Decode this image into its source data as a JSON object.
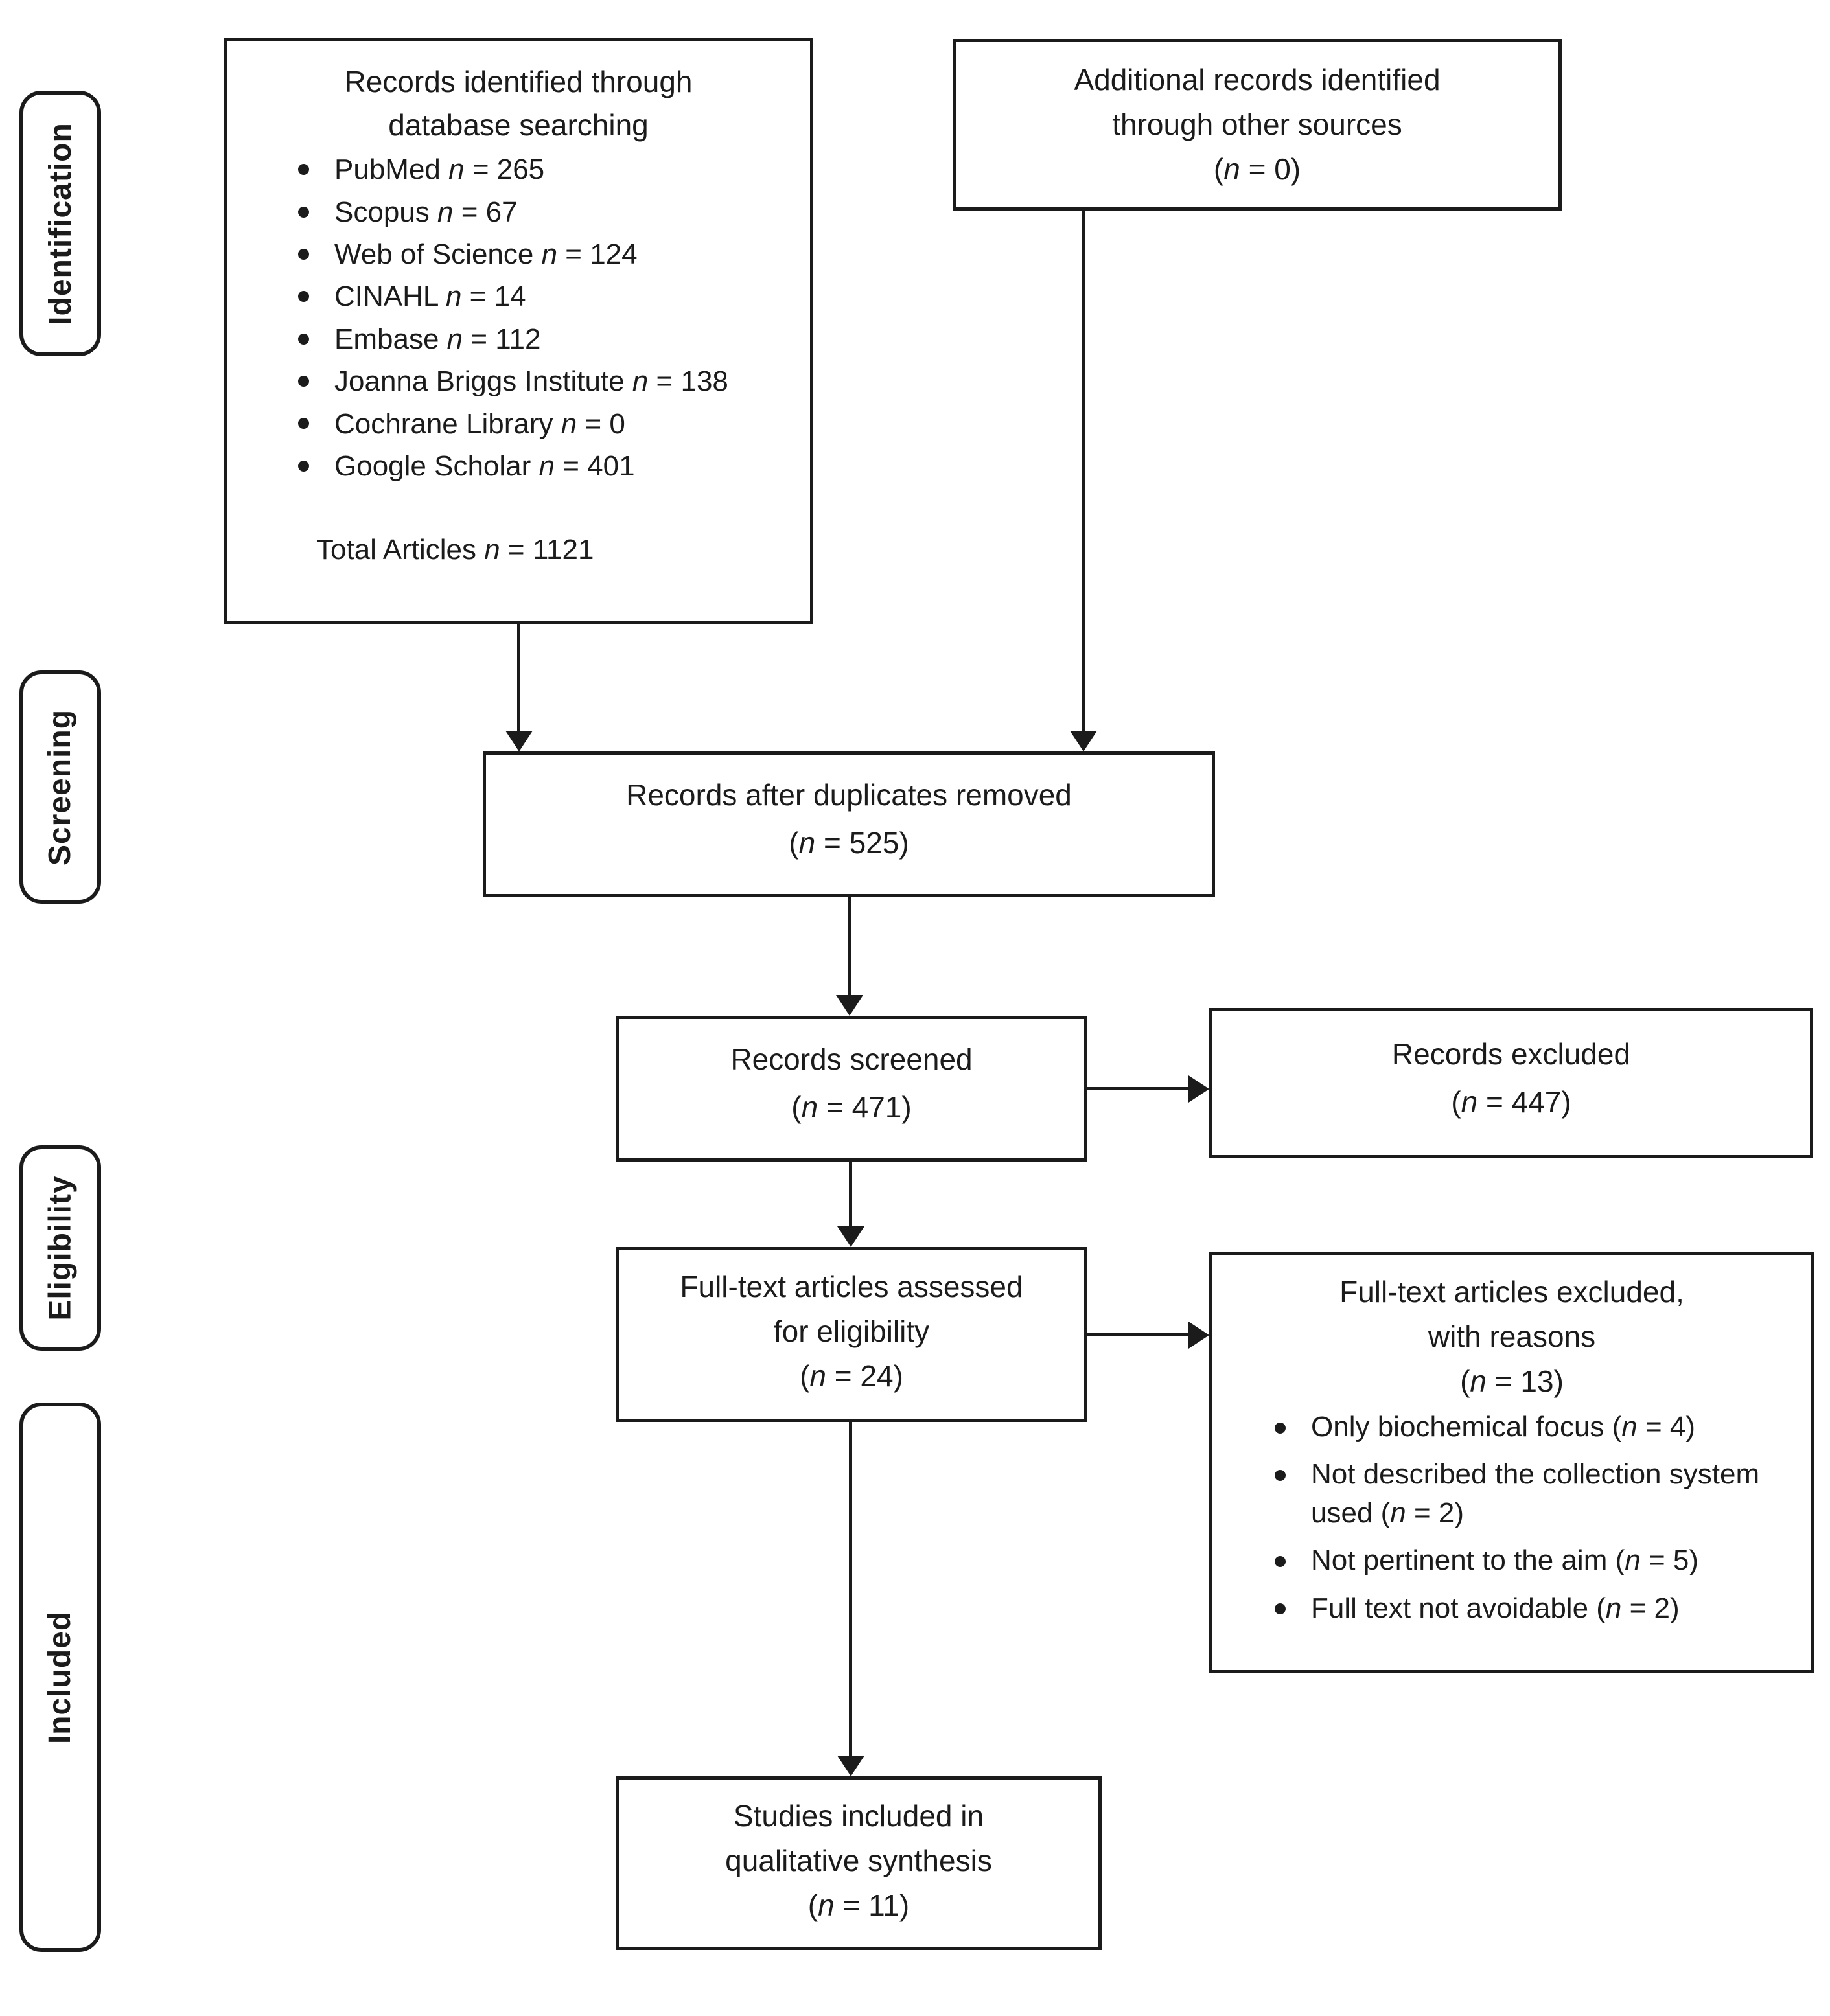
{
  "page": {
    "background": "#ffffff",
    "ink": "#1b1b1b"
  },
  "stages": [
    {
      "label": "Identification"
    },
    {
      "label": "Screening"
    },
    {
      "label": "Eligibility"
    },
    {
      "label": "Included"
    }
  ],
  "boxes": {
    "identified": {
      "title_line1": "Records identified through",
      "title_line2": "database searching",
      "items": [
        "PubMed n = 265",
        "Scopus n = 67",
        "Web of Science n = 124",
        "CINAHL n = 14",
        "Embase n = 112",
        "Joanna Briggs Institute n = 138",
        "Cochrane Library n = 0",
        "Google Scholar n = 401"
      ],
      "total": "Total Articles n = 1121"
    },
    "additional": {
      "line1": "Additional records identified",
      "line2": "through other sources",
      "count": "(n = 0)"
    },
    "duplicates_removed": {
      "line1": "Records after duplicates removed",
      "count": "(n = 525)"
    },
    "screened": {
      "line1": "Records screened",
      "count": "(n = 471)"
    },
    "records_excluded": {
      "line1": "Records excluded",
      "count": "(n = 447)"
    },
    "fulltext_assessed": {
      "line1": "Full-text articles assessed",
      "line2": "for eligibility",
      "count": "(n = 24)"
    },
    "fulltext_excluded": {
      "line1": "Full-text articles excluded,",
      "line2": "with reasons",
      "count": "(n = 13)",
      "reasons": [
        "Only biochemical focus (n = 4)",
        "Not described the collection system used (n = 2)",
        "Not pertinent to the aim (n = 5)",
        "Full text not avoidable (n = 2)"
      ]
    },
    "included_studies": {
      "line1": "Studies included in",
      "line2": "qualitative synthesis",
      "count": "(n = 11)"
    }
  }
}
